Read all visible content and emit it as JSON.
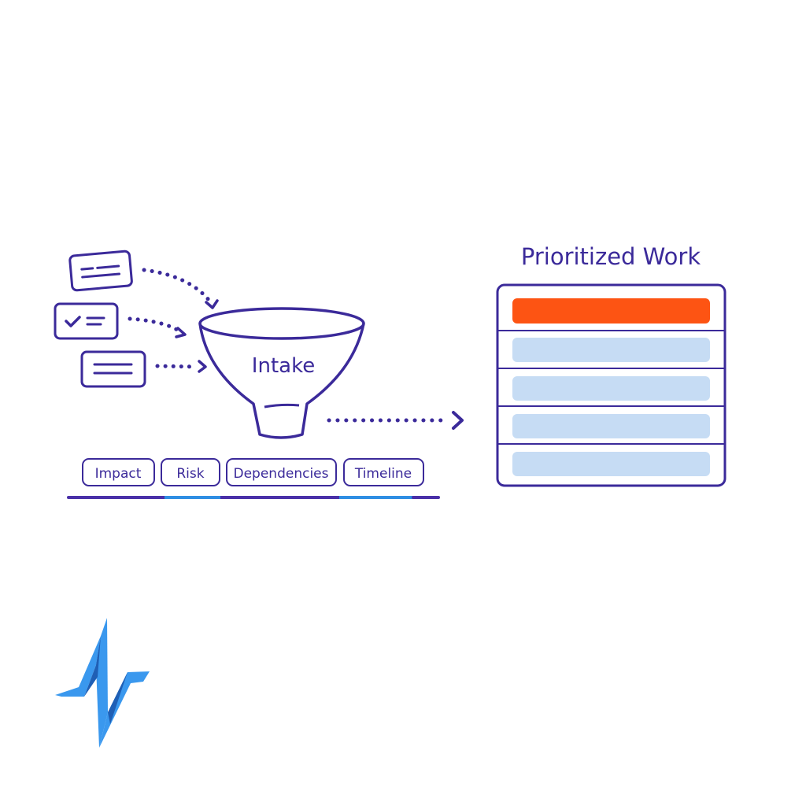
{
  "colors": {
    "ink": "#3b2a9a",
    "accent_orange": "#fd5413",
    "light_blue": "#c6dcf4",
    "bar_blue": "#2f8ee3",
    "logo_blue": "#3a98ee",
    "logo_dark": "#1f5fb5"
  },
  "inputs": {
    "cards": [
      {
        "icon": "lines-icon"
      },
      {
        "icon": "checkmark-icon"
      },
      {
        "icon": "lines-icon"
      }
    ]
  },
  "funnel": {
    "label": "Intake"
  },
  "criteria": {
    "chips": [
      {
        "label": "Impact"
      },
      {
        "label": "Risk"
      },
      {
        "label": "Dependencies"
      },
      {
        "label": "Timeline"
      }
    ]
  },
  "output": {
    "title": "Prioritized Work",
    "rows": [
      {
        "priority": "top",
        "color": "#fd5413"
      },
      {
        "priority": "normal",
        "color": "#c6dcf4"
      },
      {
        "priority": "normal",
        "color": "#c6dcf4"
      },
      {
        "priority": "normal",
        "color": "#c6dcf4"
      },
      {
        "priority": "normal",
        "color": "#c6dcf4"
      }
    ]
  },
  "logo": {
    "icon": "pulse-logo-icon"
  }
}
